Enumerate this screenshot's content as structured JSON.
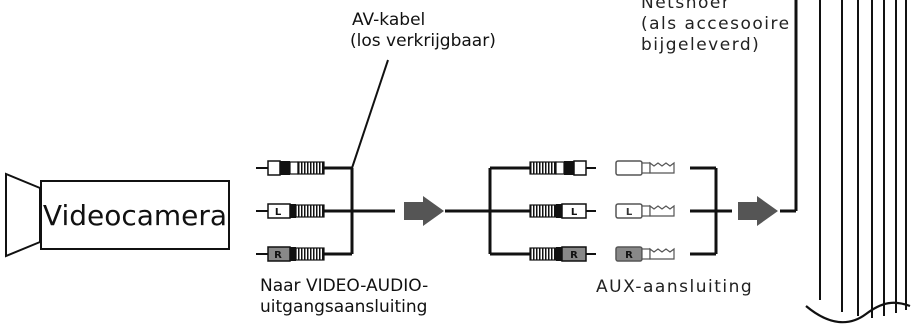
{
  "labels": {
    "av_cable_line1": "AV-kabel",
    "av_cable_line2": "(los verkrijgbaar)",
    "power_cord_line1": "Netsnoer",
    "power_cord_line2": "(als accesooire",
    "power_cord_line3": "bijgeleverd)",
    "camera": "Videocamera",
    "output_line1": "Naar VIDEO-AUDIO-",
    "output_line2": "uitgangsaansluiting",
    "aux": "AUX-aansluiting"
  },
  "plug_letters": {
    "left": "L",
    "right": "R"
  },
  "colors": {
    "line": "#111111",
    "arrow": "#555555",
    "right_plug_fill": "#888888"
  }
}
